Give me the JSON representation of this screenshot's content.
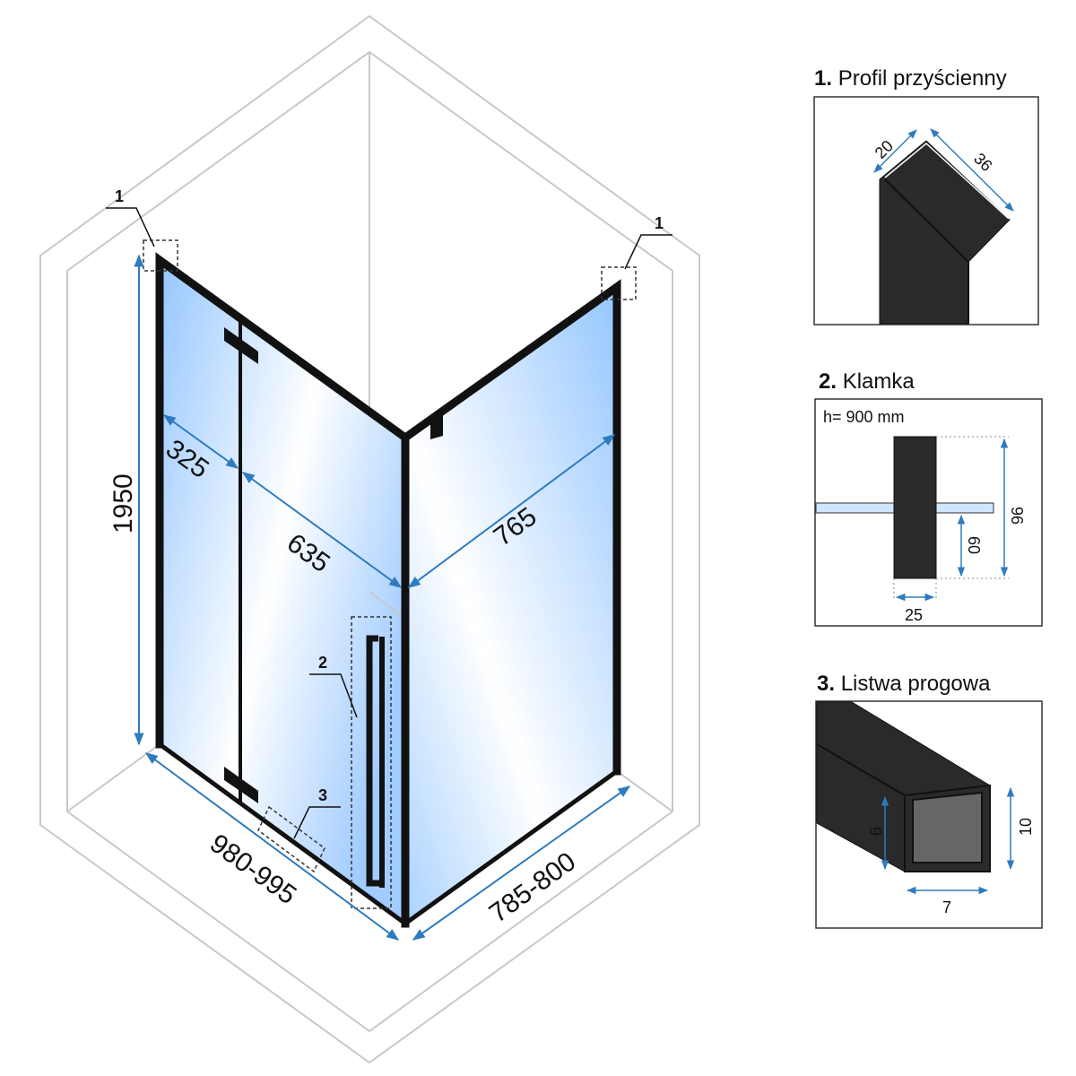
{
  "main": {
    "dimensions": {
      "height": "1950",
      "fixed_left_width": "325",
      "door_width": "635",
      "side_width": "765",
      "front_range": "980-995",
      "side_range": "785-800"
    },
    "callouts": {
      "wall_profile_left": "1",
      "wall_profile_right": "1",
      "handle": "2",
      "threshold": "3"
    }
  },
  "details": [
    {
      "number": "1.",
      "title": "Profil przyścienny",
      "dims": {
        "a": "20",
        "b": "36"
      }
    },
    {
      "number": "2.",
      "title": "Klamka",
      "note": "h= 900 mm",
      "dims": {
        "height": "96",
        "offset": "60",
        "width": "25"
      }
    },
    {
      "number": "3.",
      "title": "Listwa progowa",
      "dims": {
        "inner": "9",
        "outer": "10",
        "width": "7"
      }
    }
  ],
  "colors": {
    "dimension": "#2e7bbf",
    "frame": "#111111",
    "glass": "#8fc3ff",
    "outline": "#c8c8c8"
  }
}
